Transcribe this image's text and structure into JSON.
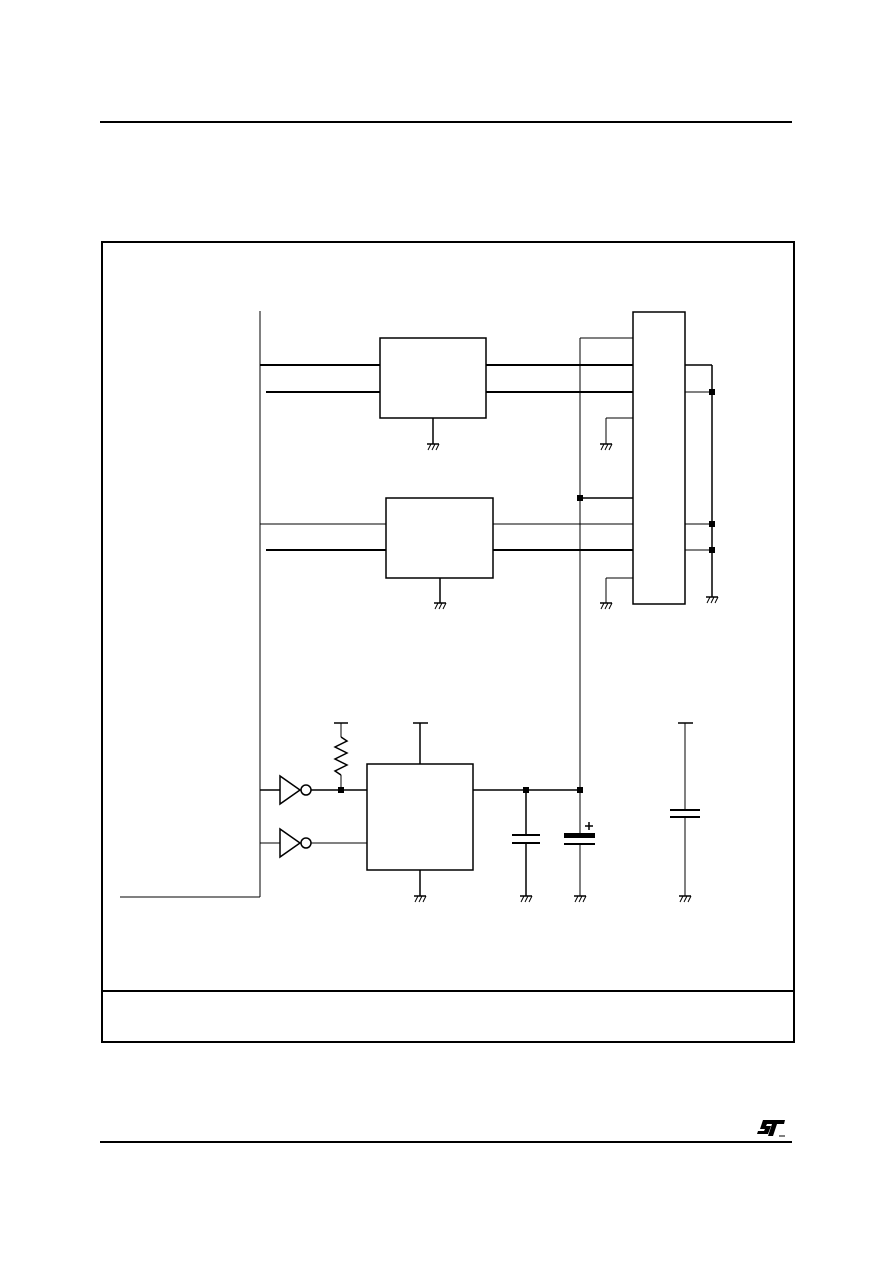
{
  "page": {
    "header_rule": true,
    "footer_rule": true
  },
  "figure": {
    "caption": ""
  },
  "logo": {
    "name": "st-logo-icon",
    "text": "ST"
  },
  "colors": {
    "ink": "#000000",
    "paper": "#ffffff"
  },
  "schematic": {
    "components": [
      "block-upper",
      "block-middle",
      "block-lower",
      "connector",
      "inverter-1",
      "inverter-2",
      "pullup-resistor",
      "capacitor-1",
      "electrolytic-capacitor",
      "capacitor-decoupling"
    ],
    "electrolytic_polarity": "+"
  }
}
